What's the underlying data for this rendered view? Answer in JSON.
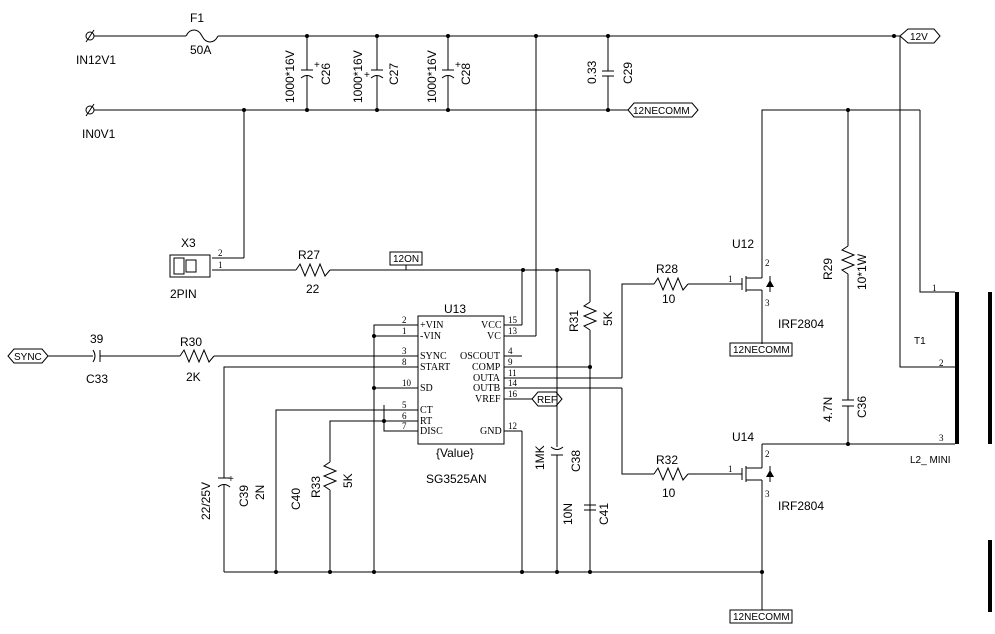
{
  "terminals": {
    "in12v": "IN12V1",
    "in0v": "IN0V1"
  },
  "fuse": {
    "ref": "F1",
    "value": "50A"
  },
  "caps_top": [
    {
      "ref": "C26",
      "value": "1000*16V"
    },
    {
      "ref": "C27",
      "value": "1000*16V"
    },
    {
      "ref": "C28",
      "value": "1000*16V"
    },
    {
      "ref": "C29",
      "value": "0.33"
    }
  ],
  "net_flags": {
    "v12": "12V",
    "comm_top": "12NECOMM",
    "comm_u12": "12NECOMM",
    "comm_bottom": "12NECOMM",
    "on": "12ON",
    "ref": "REF",
    "sync": "SYNC"
  },
  "connector": {
    "ref": "X3",
    "value": "2PIN",
    "pin1": "1",
    "pin2": "2"
  },
  "r27": {
    "ref": "R27",
    "value": "22"
  },
  "r30": {
    "ref": "R30",
    "value": "2K"
  },
  "c33": {
    "ref": "C33",
    "value": "39"
  },
  "r31": {
    "ref": "R31",
    "value": "5K"
  },
  "r28": {
    "ref": "R28",
    "value": "10"
  },
  "r32": {
    "ref": "R32",
    "value": "10"
  },
  "r29": {
    "ref": "R29",
    "value": "10*1W"
  },
  "r33": {
    "ref": "R33",
    "value": "5K"
  },
  "c36": {
    "ref": "C36",
    "value": "4.7N"
  },
  "c38": {
    "ref": "C38",
    "value": "1MK"
  },
  "c41": {
    "ref": "C41",
    "value": "10N"
  },
  "c39": {
    "ref": "C39",
    "value": "22/25V"
  },
  "c40": {
    "ref": "C40",
    "value": "2N"
  },
  "u12": {
    "ref": "U12",
    "part": "IRF2804",
    "pin1": "1",
    "pin2": "2",
    "pin3": "3"
  },
  "u14": {
    "ref": "U14",
    "part": "IRF2804",
    "pin1": "1",
    "pin2": "2",
    "pin3": "3"
  },
  "transformer": {
    "ref": "T1",
    "value": "L2_ MINI",
    "pin1": "1",
    "pin2": "2",
    "pin3": "3"
  },
  "u13": {
    "ref": "U13",
    "part": "SG3525AN",
    "value": "{Value}",
    "left_pins": [
      {
        "num": "2",
        "name": "+VIN"
      },
      {
        "num": "1",
        "name": "-VIN"
      },
      {
        "num": "3",
        "name": "SYNC"
      },
      {
        "num": "8",
        "name": "START"
      },
      {
        "num": "10",
        "name": "SD"
      },
      {
        "num": "5",
        "name": "CT"
      },
      {
        "num": "6",
        "name": "RT"
      },
      {
        "num": "7",
        "name": "DISC"
      }
    ],
    "right_pins": [
      {
        "num": "15",
        "name": "VCC"
      },
      {
        "num": "13",
        "name": "VC"
      },
      {
        "num": "4",
        "name": "OSCOUT"
      },
      {
        "num": "9",
        "name": "COMP"
      },
      {
        "num": "11",
        "name": "OUTA"
      },
      {
        "num": "14",
        "name": "OUTB"
      },
      {
        "num": "16",
        "name": "VREF"
      },
      {
        "num": "12",
        "name": "GND"
      }
    ]
  }
}
